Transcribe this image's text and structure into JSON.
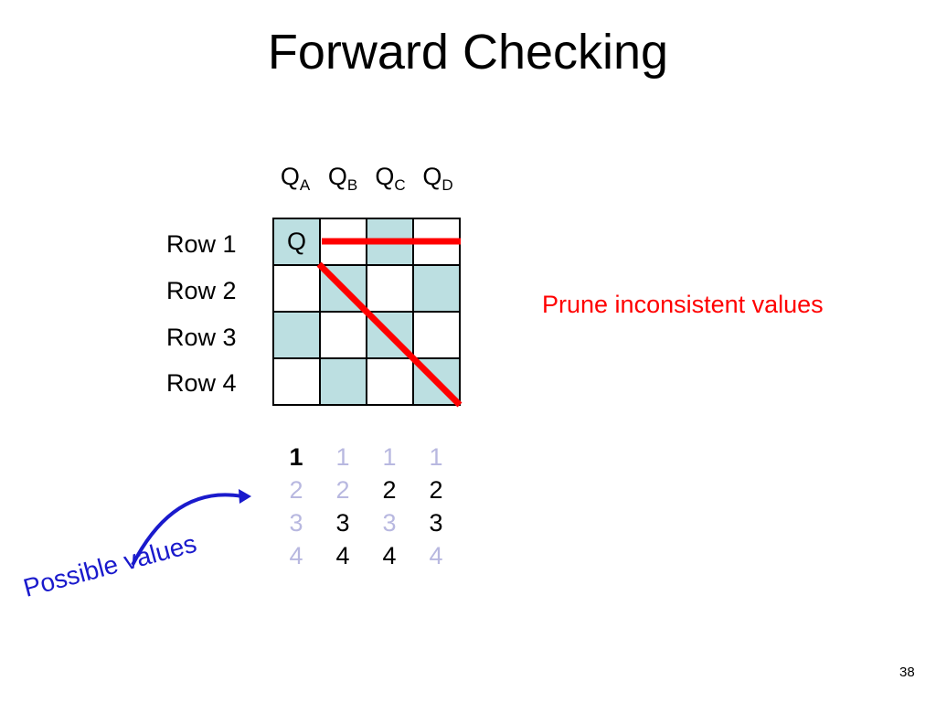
{
  "slide": {
    "title": "Forward Checking",
    "number": "38"
  },
  "columns": [
    {
      "letter": "Q",
      "sub": "A"
    },
    {
      "letter": "Q",
      "sub": "B"
    },
    {
      "letter": "Q",
      "sub": "C"
    },
    {
      "letter": "Q",
      "sub": "D"
    }
  ],
  "rows": [
    "Row 1",
    "Row 2",
    "Row 3",
    "Row 4"
  ],
  "board": {
    "queen_symbol": "Q",
    "queen_cell": {
      "row": 1,
      "column": 1
    }
  },
  "domains": {
    "values": [
      "1",
      "2",
      "3",
      "4"
    ],
    "columns": [
      [
        "selected",
        "pruned",
        "pruned",
        "pruned"
      ],
      [
        "pruned",
        "pruned",
        "active",
        "active"
      ],
      [
        "pruned",
        "active",
        "pruned",
        "active"
      ],
      [
        "pruned",
        "active",
        "active",
        "pruned"
      ]
    ]
  },
  "annotations": {
    "prune": "Prune inconsistent values",
    "possible": "Possible values"
  },
  "colors": {
    "dark_square": "#bcdfe1",
    "light_square": "#ffffff",
    "prune_line": "#ff0000",
    "prune_text": "#ff0000",
    "arrow": "#1a1acc",
    "pruned_value": "#b8b8e0"
  }
}
